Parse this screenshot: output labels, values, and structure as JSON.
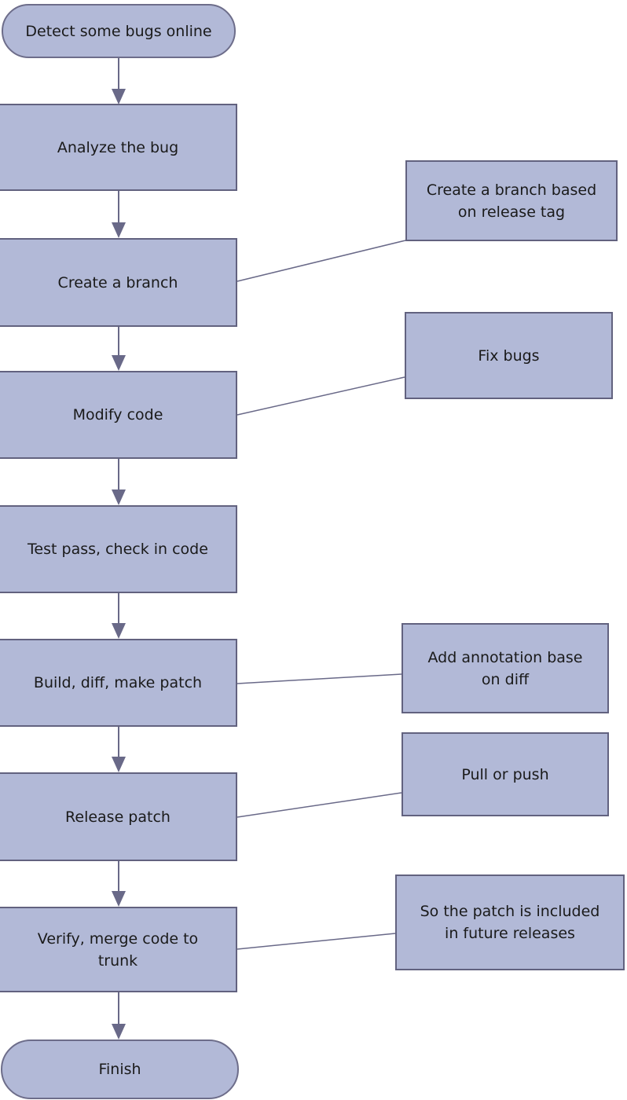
{
  "nodes": {
    "start": {
      "label": "Detect some bugs online",
      "shape": "rounded"
    },
    "analyze": {
      "label": "Analyze the bug",
      "shape": "rect"
    },
    "create_branch": {
      "label": "Create a branch",
      "shape": "rect"
    },
    "modify_code": {
      "label": "Modify code",
      "shape": "rect"
    },
    "test_pass": {
      "label": "Test pass, check in code",
      "shape": "rect"
    },
    "build_diff": {
      "label": "Build, diff, make patch",
      "shape": "rect"
    },
    "release_patch": {
      "label": "Release patch",
      "shape": "rect"
    },
    "verify_merge": {
      "lines": [
        "Verify,  merge code to",
        "trunk"
      ],
      "shape": "rect"
    },
    "finish": {
      "label": "Finish",
      "shape": "rounded"
    }
  },
  "annotations": {
    "branch_note": {
      "lines": [
        "Create a branch based",
        "on release tag"
      ]
    },
    "fix_bugs": {
      "label": "Fix bugs"
    },
    "annotation_note": {
      "lines": [
        "Add annotation base",
        "on diff"
      ]
    },
    "pull_push": {
      "label": "Pull or push"
    },
    "patch_note": {
      "lines": [
        "So the patch is included",
        "in future releases"
      ]
    }
  },
  "edges": [
    {
      "from": "start",
      "to": "analyze",
      "style": "arrow"
    },
    {
      "from": "analyze",
      "to": "create_branch",
      "style": "arrow"
    },
    {
      "from": "create_branch",
      "to": "modify_code",
      "style": "arrow"
    },
    {
      "from": "modify_code",
      "to": "test_pass",
      "style": "arrow"
    },
    {
      "from": "test_pass",
      "to": "build_diff",
      "style": "arrow"
    },
    {
      "from": "build_diff",
      "to": "release_patch",
      "style": "arrow"
    },
    {
      "from": "release_patch",
      "to": "verify_merge",
      "style": "arrow"
    },
    {
      "from": "verify_merge",
      "to": "finish",
      "style": "arrow"
    }
  ],
  "annotation_links": [
    {
      "from": "create_branch",
      "to": "branch_note",
      "style": "plain-line"
    },
    {
      "from": "modify_code",
      "to": "fix_bugs",
      "style": "plain-line"
    },
    {
      "from": "build_diff",
      "to": "annotation_note",
      "style": "plain-line"
    },
    {
      "from": "release_patch",
      "to": "pull_push",
      "style": "plain-line"
    },
    {
      "from": "verify_merge",
      "to": "patch_note",
      "style": "plain-line"
    }
  ],
  "colors": {
    "node_fill": "#b2b9d7",
    "node_border": "#62627f",
    "connector": "#696988",
    "text": "#1a1a1a",
    "background": "#ffffff"
  }
}
